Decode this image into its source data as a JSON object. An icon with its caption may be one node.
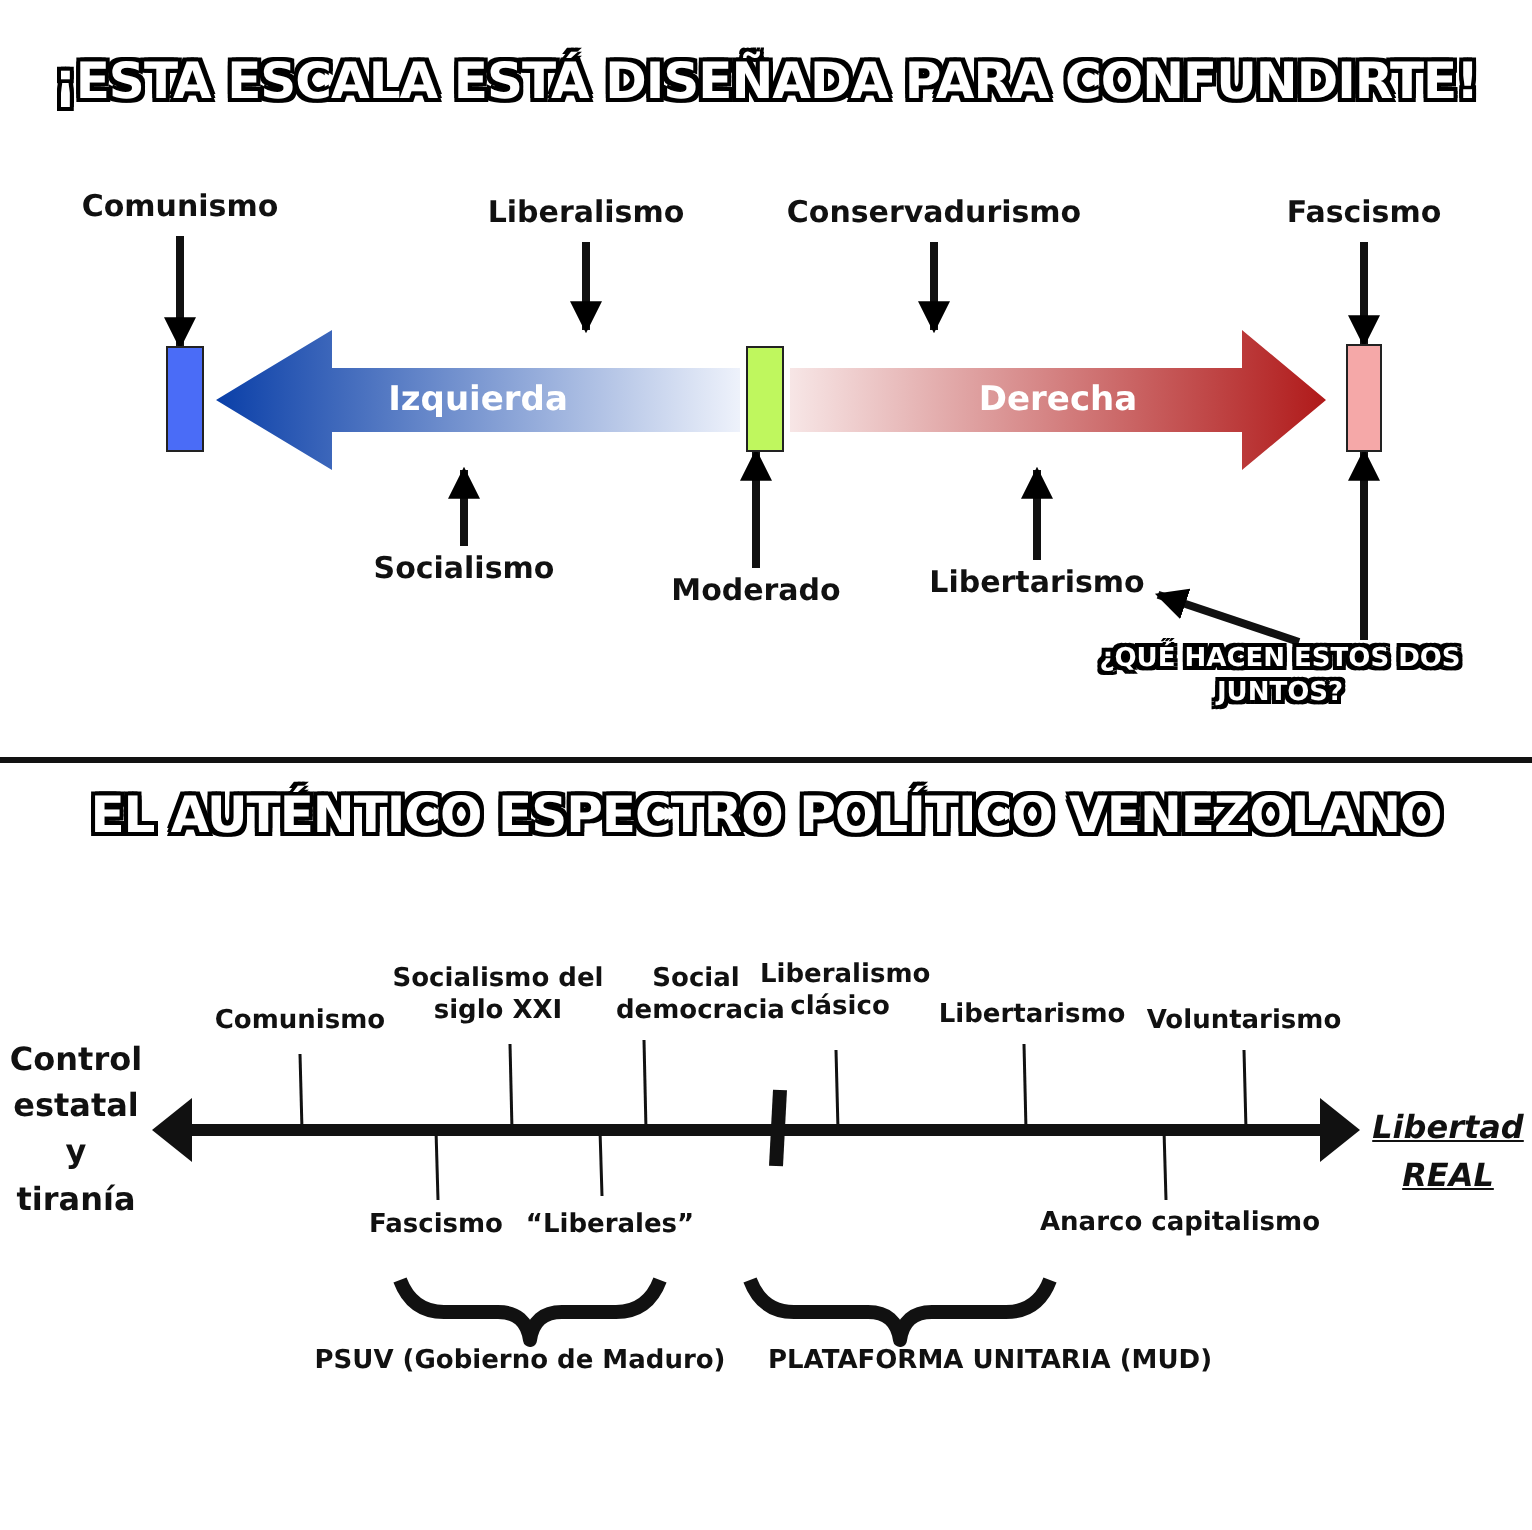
{
  "diagram": {
    "title": "¡ESTA ESCALA ESTÁ DISEÑADA PARA CONFUNDIRTE!",
    "nodes": [
      {
        "text": [
          "Comunismo"
        ]
      },
      {
        "text": [
          "Liberalismo"
        ]
      },
      {
        "text": [
          "Conservadurismo"
        ]
      },
      {
        "text": [
          "Fascismo"
        ]
      },
      {
        "text": [],
        "shape": "box"
      },
      {
        "text": [
          "Izquierda"
        ]
      },
      {
        "text": [],
        "shape": "box"
      },
      {
        "text": [
          "Derecha"
        ]
      },
      {
        "text": [],
        "shape": "box"
      },
      {
        "text": [
          "Socialismo"
        ]
      },
      {
        "text": [
          "Moderado"
        ]
      },
      {
        "text": [
          "Libertarismo"
        ]
      },
      {
        "text": [
          "¿QUÉ HACEN ESTOS DOS JUNTOS?"
        ]
      }
    ],
    "edges": [
      {
        "from": 0,
        "to": 4,
        "arrow": "to"
      },
      {
        "from": 1,
        "to": 5,
        "arrow": "to"
      },
      {
        "from": 2,
        "to": 7,
        "arrow": "to"
      },
      {
        "from": 3,
        "to": 8,
        "arrow": "to"
      },
      {
        "from": 9,
        "to": 5,
        "arrow": "to"
      },
      {
        "from": 10,
        "to": 6,
        "arrow": "to"
      },
      {
        "from": 11,
        "to": 7,
        "arrow": "to"
      },
      {
        "from": 12,
        "to": 11,
        "arrow": "to"
      },
      {
        "from": 12,
        "to": 8,
        "arrow": "to"
      }
    ],
    "labels": [
      "EL AUTÉNTICO ESPECTRO POLÍTICO VENEZOLANO",
      "Socialismo del siglo XXI",
      "Social democracia",
      "Liberalismo clásico",
      "Comunismo",
      "Libertarismo",
      "Voluntarismo",
      "Control estatal y tiranía",
      "Libertad REAL",
      "Fascismo",
      "“Liberales”",
      "Anarco capitalismo",
      "PSUV (Gobierno de Maduro)",
      "PLATAFORMA UNITARIA (MUD)"
    ]
  }
}
